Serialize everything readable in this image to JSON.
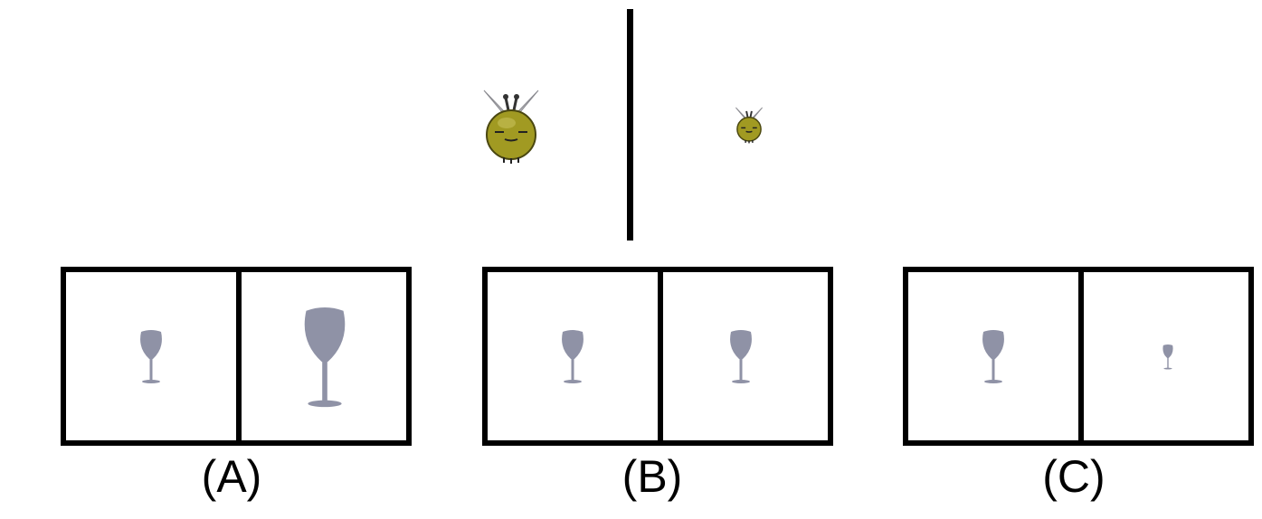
{
  "options": [
    {
      "label": "(A)"
    },
    {
      "label": "(B)"
    },
    {
      "label": "(C)"
    }
  ],
  "colors": {
    "bee_body": "#a19a22",
    "glass": "#8f92a6",
    "frame": "#000000"
  },
  "icons": [
    "bee-icon",
    "wine-glass-icon"
  ]
}
